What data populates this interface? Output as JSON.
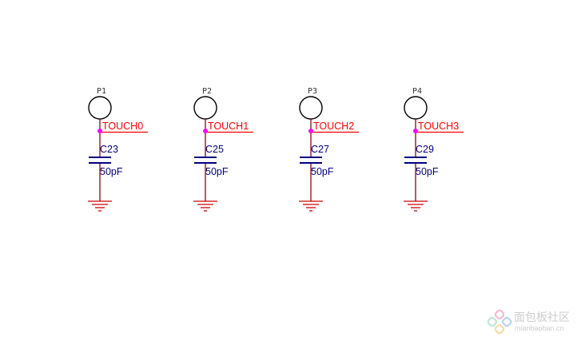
{
  "parts": [
    {
      "ref": "P1",
      "net": "TOUCH0",
      "cap_ref": "C23",
      "cap_value": "50pF"
    },
    {
      "ref": "P2",
      "net": "TOUCH1",
      "cap_ref": "C25",
      "cap_value": "50pF"
    },
    {
      "ref": "P3",
      "net": "TOUCH2",
      "cap_ref": "C27",
      "cap_value": "50pF"
    },
    {
      "ref": "P4",
      "net": "TOUCH3",
      "cap_ref": "C29",
      "cap_value": "50pF"
    }
  ],
  "watermark": {
    "name": "面包板社区",
    "url": "mianbaoban.cn"
  },
  "colors": {
    "pad": "#000000",
    "wire": "#990000",
    "net": "#ff0000",
    "junction": "#ff00ff",
    "cap": "#000080",
    "ground": "#cc0000",
    "watermark": "#bdbdbd"
  }
}
